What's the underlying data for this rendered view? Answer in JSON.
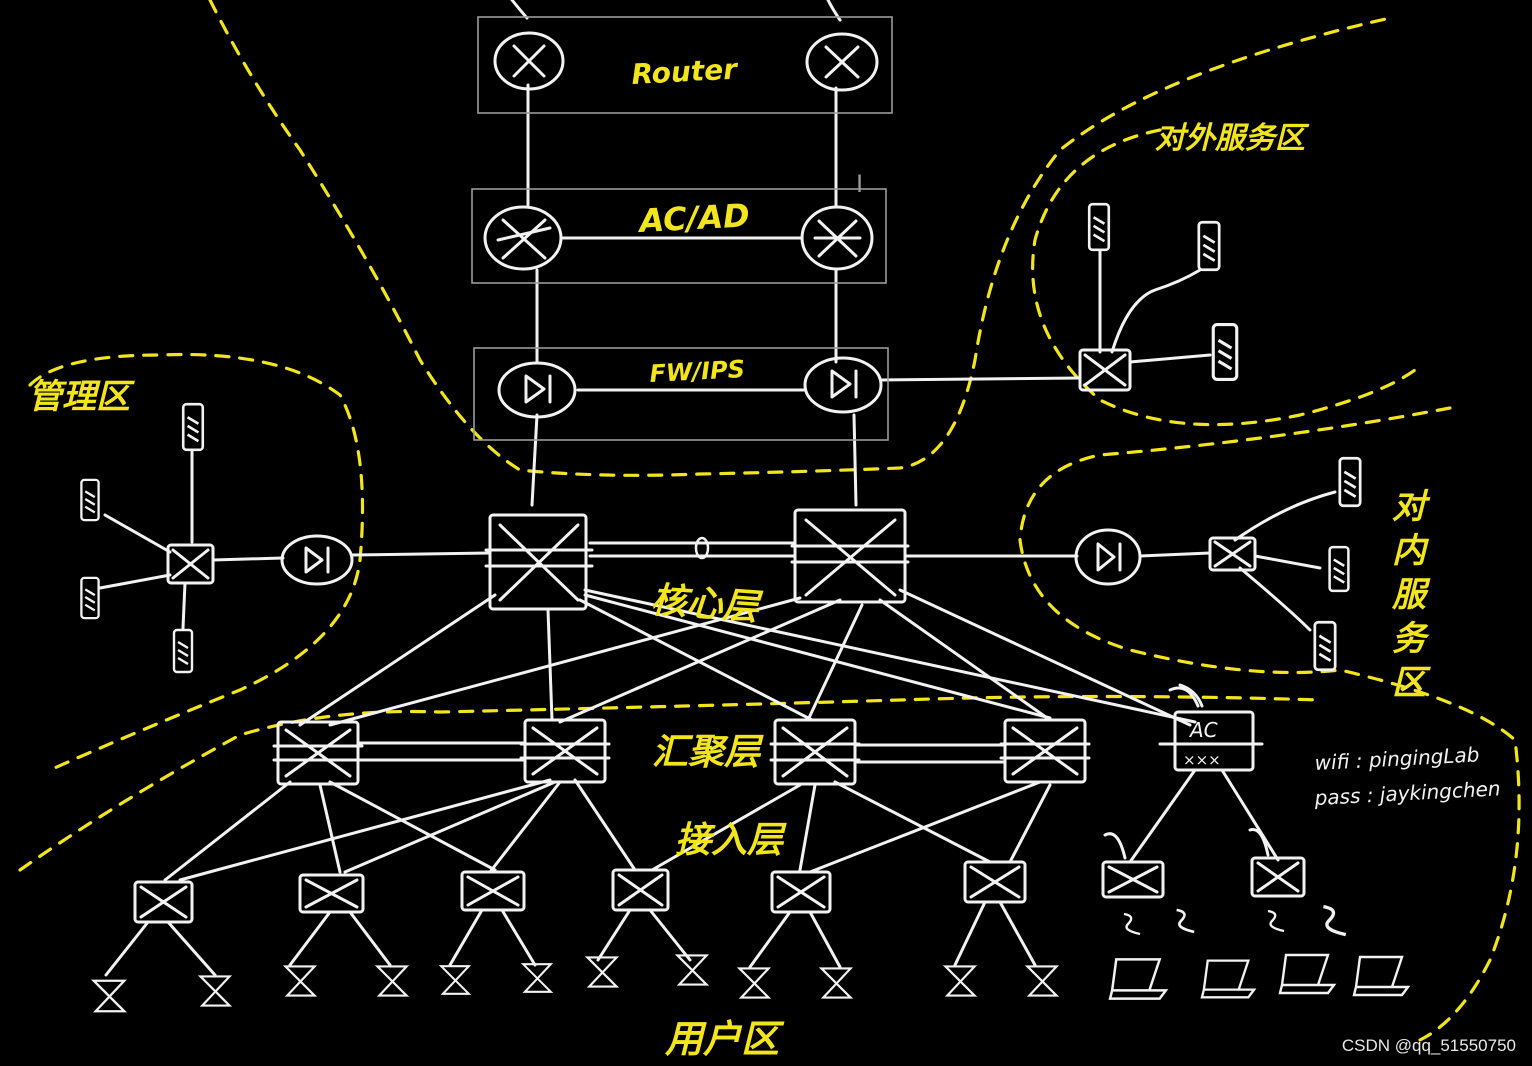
{
  "labels": {
    "router": "Router",
    "acad": "AC/AD",
    "fwips": "FW/IPS",
    "mgmt_zone": "管理区",
    "external_zone": "对外服务区",
    "internal_zone": "对内服务区",
    "core_layer": "核心层",
    "aggregation_layer": "汇聚层",
    "access_layer": "接入层",
    "user_zone": "用户区",
    "ac_controller": "AC",
    "wifi_ssid": "wifi : pingingLab",
    "wifi_pass": "pass : jaykingchen"
  },
  "watermark": "CSDN @qq_51550750",
  "colors": {
    "background": "#000000",
    "ink": "#f2f2f2",
    "highlight": "#f2e51c",
    "frame": "#9a9a9a"
  }
}
